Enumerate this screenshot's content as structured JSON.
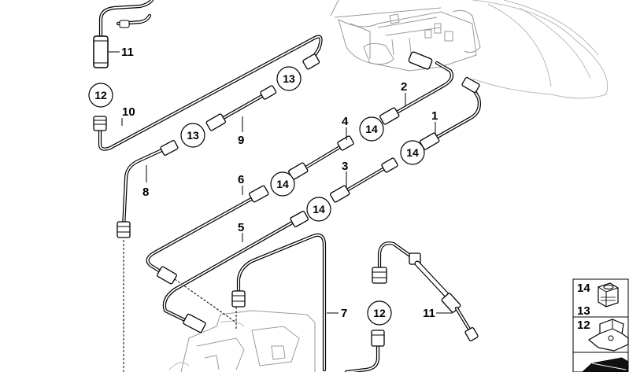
{
  "callouts": {
    "c1": "1",
    "c2": "2",
    "c3": "3",
    "c4": "4",
    "c5": "5",
    "c6": "6",
    "c7": "7",
    "c8": "8",
    "c9": "9",
    "c10": "10",
    "c11a": "11",
    "c11b": "11",
    "c12a": "12",
    "c12b": "12",
    "c13a": "13",
    "c13b": "13",
    "c14a": "14",
    "c14b": "14",
    "c14c": "14",
    "c14d": "14"
  },
  "legend": {
    "items": [
      {
        "label": "14",
        "icon": "cap-nut-icon"
      },
      {
        "label": "13",
        "icon": "fitting-icon"
      },
      {
        "label": "12",
        "icon": "bracket-clip-icon"
      }
    ]
  }
}
